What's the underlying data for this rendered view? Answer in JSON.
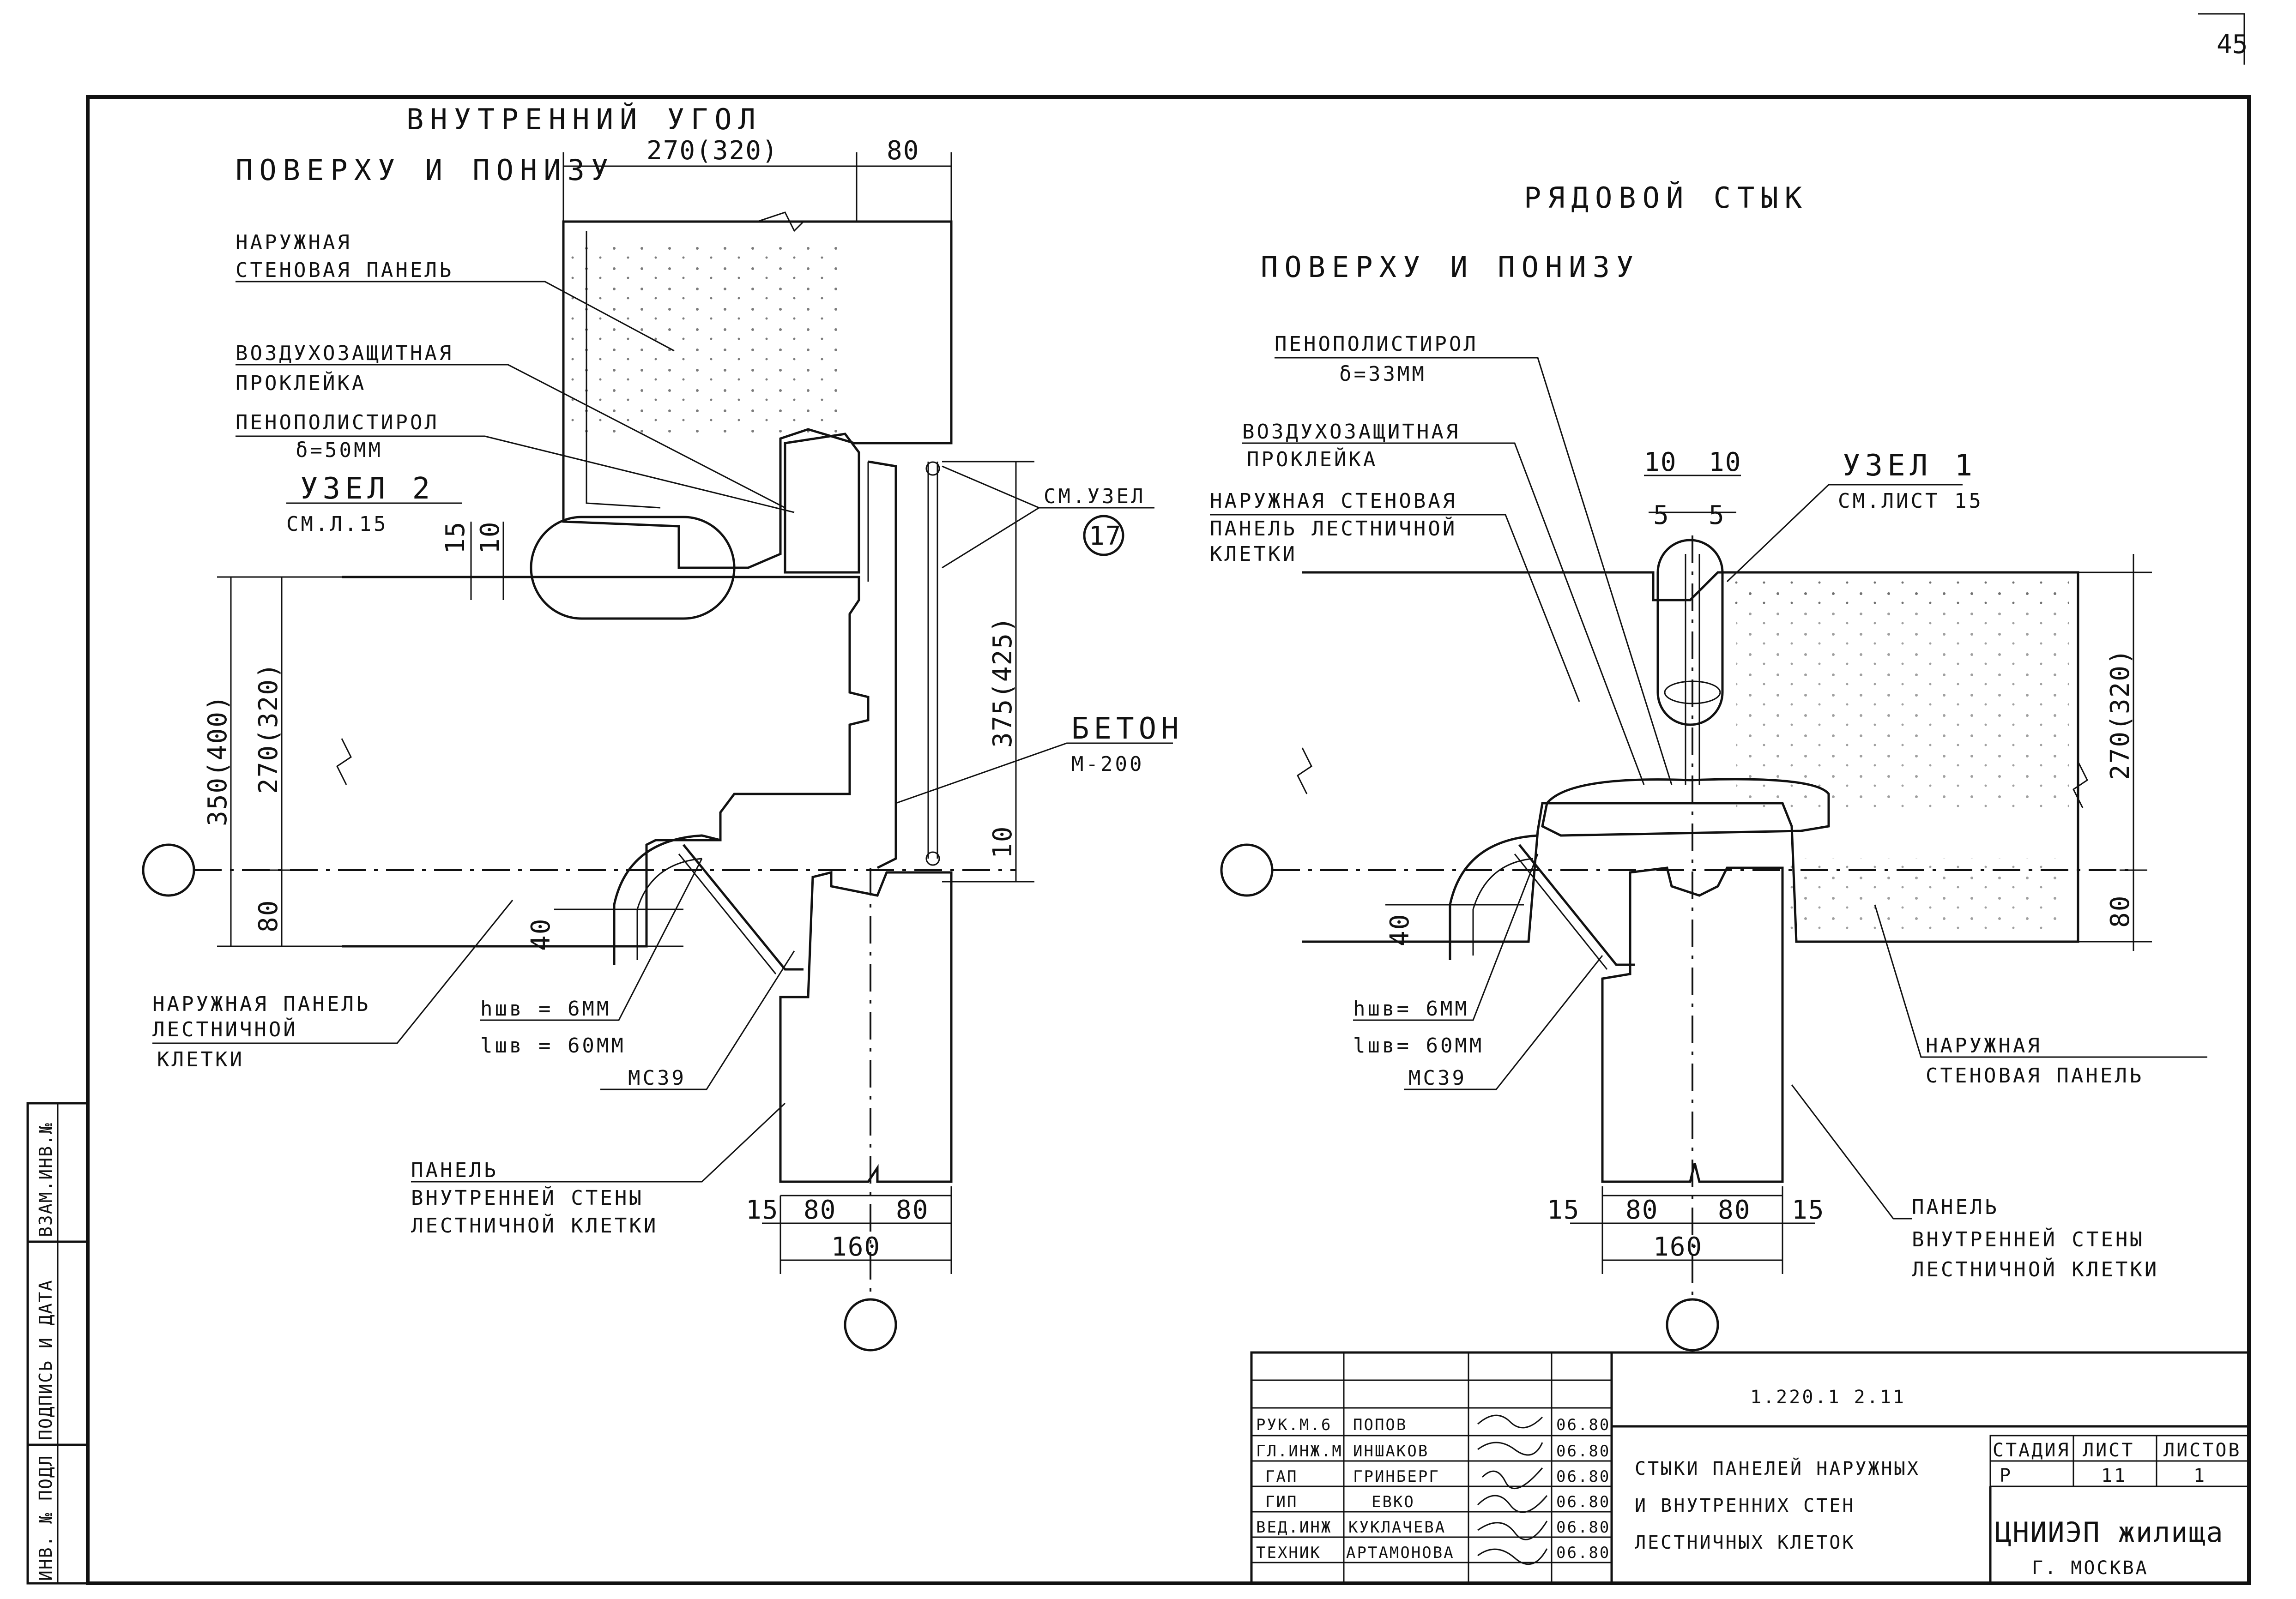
{
  "sheet_number": "45",
  "left_detail": {
    "heading": "ВНУТРЕННИЙ УГОЛ",
    "subheading": "ПОВЕРХУ И ПОНИЗУ",
    "outer_panel": [
      "НАРУЖНАЯ",
      "СТЕНОВАЯ ПАНЕЛЬ"
    ],
    "air_seal": [
      "ВОЗДУХОЗАЩИТНАЯ",
      "ПРОКЛЕЙКА"
    ],
    "foam": [
      "ПЕНОПОЛИСТИРОЛ",
      "δ=50ММ"
    ],
    "node": [
      "УЗЕЛ 2",
      "СМ.Л.15"
    ],
    "see_node": "СМ.УЗЕЛ",
    "see_node_num": "17",
    "concrete": [
      "БЕТОН",
      "М-200"
    ],
    "stair_outer_panel": [
      "НАРУЖНАЯ ПАНЕЛЬ",
      "ЛЕСТНИЧНОЙ",
      "КЛЕТКИ"
    ],
    "seam_h": "hшв = 6ММ",
    "seam_l": "lшв = 60ММ",
    "mastic": "МС39",
    "inner_panel": [
      "ПАНЕЛЬ",
      "ВНУТРЕННЕЙ СТЕНЫ",
      "ЛЕСТНИЧНОЙ КЛЕТКИ"
    ],
    "dims": {
      "top_a": "270(320)",
      "top_b": "80",
      "v_350": "350(400)",
      "v_270": "270(320)",
      "v_80": "80",
      "v_15": "15",
      "v_10": "10",
      "v_375": "375(425)",
      "v_10b": "10",
      "v_40": "40",
      "b_15": "15",
      "b_80a": "80",
      "b_80b": "80",
      "b_160": "160"
    }
  },
  "right_detail": {
    "heading": "РЯДОВОЙ СТЫК",
    "subheading": "ПОВЕРХУ И ПОНИЗУ",
    "foam": [
      "ПЕНОПОЛИСТИРОЛ",
      "δ=33ММ"
    ],
    "air_seal": [
      "ВОЗДУХОЗАЩИТНАЯ",
      "ПРОКЛЕЙКА"
    ],
    "stair_outer_panel": [
      "НАРУЖНАЯ СТЕНОВАЯ",
      "ПАНЕЛЬ ЛЕСТНИЧНОЙ",
      "КЛЕТКИ"
    ],
    "node": [
      "УЗЕЛ 1",
      "СМ.ЛИСТ 15"
    ],
    "seam_h": "hшв= 6ММ",
    "seam_l": "lшв= 60ММ",
    "mastic": "МС39",
    "outer_panel": [
      "НАРУЖНАЯ",
      "СТЕНОВАЯ ПАНЕЛЬ"
    ],
    "inner_panel": [
      "ПАНЕЛЬ",
      "ВНУТРЕННЕЙ СТЕНЫ",
      "ЛЕСТНИЧНОЙ КЛЕТКИ"
    ],
    "dims": {
      "t_10a": "10",
      "t_10b": "10",
      "t_5a": "5",
      "t_5b": "5",
      "v_270": "270(320)",
      "v_80": "80",
      "v_40": "40",
      "b_15a": "15",
      "b_80a": "80",
      "b_80b": "80",
      "b_15b": "15",
      "b_160": "160"
    }
  },
  "side_stamp": [
    "ИНВ. № ПОДЛ",
    "ПОДПИСЬ И ДАТА",
    "ВЗАМ.ИНВ.№"
  ],
  "title_block": {
    "code": "1.220.1 2.11",
    "rows": [
      {
        "role": "РУК.М.6",
        "name": "ПОПОВ",
        "date": "06.80"
      },
      {
        "role": "ГЛ.ИНЖ.М",
        "name": "ИНШАКОВ",
        "date": "06.80"
      },
      {
        "role": "ГАП",
        "name": "ГРИНБЕРГ",
        "date": "06.80"
      },
      {
        "role": "ГИП",
        "name": "ЕВКО",
        "date": "06.80"
      },
      {
        "role": "ВЕД.ИНЖ",
        "name": "КУКЛАЧЕВА",
        "date": "06.80"
      },
      {
        "role": "ТЕХНИК",
        "name": "АРТАМОНОВА",
        "date": "06.80"
      }
    ],
    "title": [
      "СТЫКИ ПАНЕЛЕЙ НАРУЖНЫХ",
      "И ВНУТРЕННИХ СТЕН",
      "ЛЕСТНИЧНЫХ КЛЕТОК"
    ],
    "stage_label": "СТАДИЯ",
    "sheet_label": "ЛИСТ",
    "sheets_label": "ЛИСТОВ",
    "stage": "Р",
    "sheet": "11",
    "sheets": "1",
    "org": "ЦНИИЭП жилища",
    "city": "Г. МОСКВА"
  }
}
